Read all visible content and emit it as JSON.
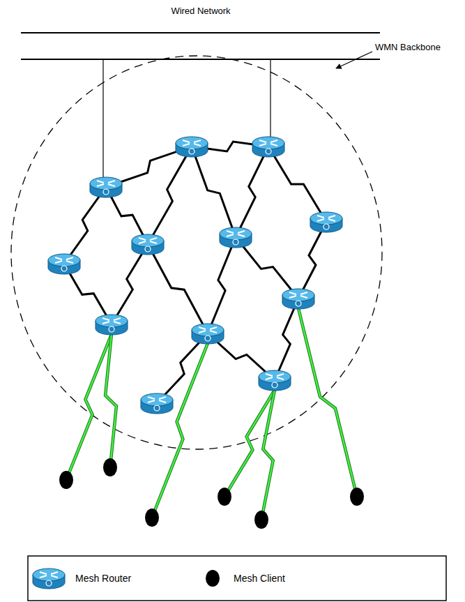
{
  "diagram": {
    "labels": [
      "Wired Network",
      "WMN Backbone"
    ],
    "legend": [
      {
        "text": "Mesh Router"
      },
      {
        "text": "Mesh Client",
        "color": "#000000"
      }
    ]
  }
}
